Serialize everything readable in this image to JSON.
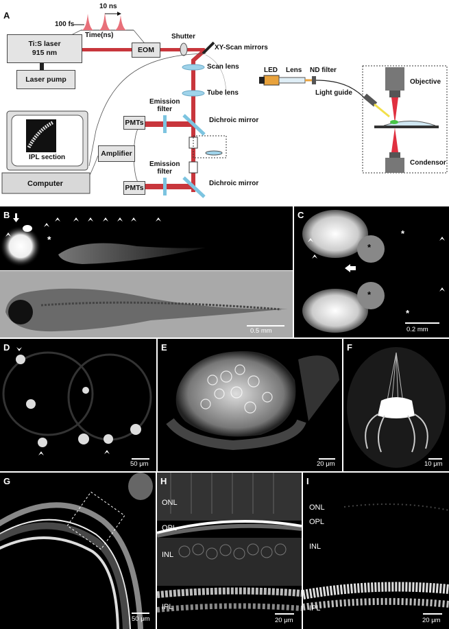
{
  "panelA": {
    "letter": "A",
    "laser_line1": "Ti:S laser",
    "laser_line2": "915 nm",
    "laser_pump": "Laser pump",
    "pulse_width": "100 fs",
    "pulse_period": "10 ns",
    "time_axis": "Time(ns)",
    "eom": "EOM",
    "shutter": "Shutter",
    "xy_scan": "XY-Scan mirrors",
    "scan_lens": "Scan lens",
    "tube_lens": "Tube lens",
    "emission_filter": "Emission",
    "filter_word": "filter",
    "dichroic": "Dichroic mirror",
    "pmt": "PMTs",
    "amplifier": "Amplifier",
    "computer": "Computer",
    "ipl_section": "IPL section",
    "led": "LED",
    "lens": "Lens",
    "nd_filter": "ND filter",
    "light_guide": "Light guide",
    "objective": "Objective",
    "condensor": "Condensor"
  },
  "panelB": {
    "letter": "B",
    "scale": "0.5 mm",
    "asterisk": "*"
  },
  "panelC": {
    "letter": "C",
    "scale": "0.2 mm",
    "asterisk": "*"
  },
  "panelD": {
    "letter": "D",
    "scale": "50 μm"
  },
  "panelE": {
    "letter": "E",
    "scale": "20 μm"
  },
  "panelF": {
    "letter": "F",
    "scale": "10 μm"
  },
  "panelG": {
    "letter": "G",
    "scale": "50 μm"
  },
  "panelH": {
    "letter": "H",
    "scale": "20 μm",
    "layers": [
      "ONL",
      "OPL",
      "INL",
      "IPL"
    ]
  },
  "panelI": {
    "letter": "I",
    "scale": "20 μm",
    "layers": [
      "ONL",
      "OPL",
      "INL",
      "IPL"
    ]
  }
}
